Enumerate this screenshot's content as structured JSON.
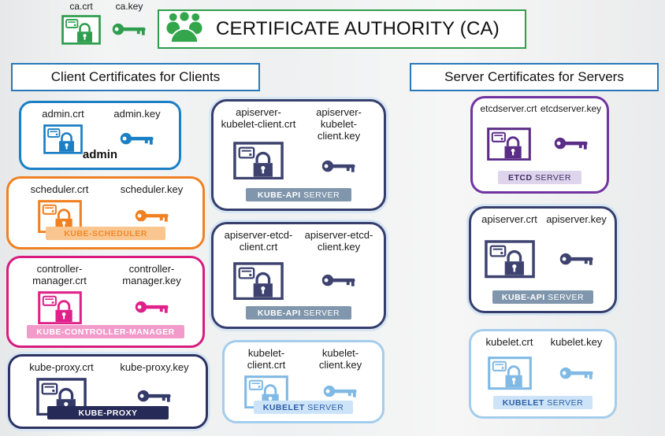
{
  "colors": {
    "green": "#2e9e4e",
    "blue": "#1b7fc4",
    "orange": "#ef8122",
    "pink": "#d81b7f",
    "navy": "#2e3263",
    "slate_band": "#8096ac",
    "light_blue": "#a4cdec",
    "purple": "#7133a0",
    "header_border": "#2979b8"
  },
  "ca": {
    "crt": "ca.crt",
    "key": "ca.key",
    "title": "CERTIFICATE AUTHORITY (CA)"
  },
  "headers": {
    "client": "Client Certificates for Clients",
    "server": "Server Certificates for Servers"
  },
  "cards": [
    {
      "id": "admin",
      "crt": "admin.crt",
      "key": "admin.key",
      "band_strong": "admin",
      "band_rest": ""
    },
    {
      "id": "kube-scheduler",
      "crt": "scheduler.crt",
      "key": "scheduler.key",
      "band_strong": "KUBE-SCHEDULER",
      "band_rest": ""
    },
    {
      "id": "kube-controller-manager",
      "crt": "controller-manager.crt",
      "key": "controller-manager.key",
      "band_strong": "KUBE-CONTROLLER-MANAGER",
      "band_rest": ""
    },
    {
      "id": "kube-proxy",
      "crt": "kube-proxy.crt",
      "key": "kube-proxy.key",
      "band_strong": "KUBE-PROXY",
      "band_rest": ""
    },
    {
      "id": "apiserver-kubelet-client",
      "crt": "apiserver-kubelet-client.crt",
      "key": "apiserver-kubelet-client.key",
      "band_strong": "KUBE-API",
      "band_rest": " SERVER"
    },
    {
      "id": "apiserver-etcd-client",
      "crt": "apiserver-etcd-client.crt",
      "key": "apiserver-etcd-client.key",
      "band_strong": "KUBE-API",
      "band_rest": " SERVER"
    },
    {
      "id": "kubelet-client",
      "crt": "kubelet-client.crt",
      "key": "kubelet-client.key",
      "band_strong": "KUBELET",
      "band_rest": " SERVER"
    },
    {
      "id": "etcd-server",
      "crt": "etcdserver.crt",
      "key": "etcdserver.key",
      "band_strong": "ETCD",
      "band_rest": " SERVER"
    },
    {
      "id": "kube-api-server",
      "crt": "apiserver.crt",
      "key": "apiserver.key",
      "band_strong": "KUBE-API",
      "band_rest": " SERVER"
    },
    {
      "id": "kubelet-server",
      "crt": "kubelet.crt",
      "key": "kubelet.key",
      "band_strong": "KUBELET",
      "band_rest": " SERVER"
    }
  ]
}
